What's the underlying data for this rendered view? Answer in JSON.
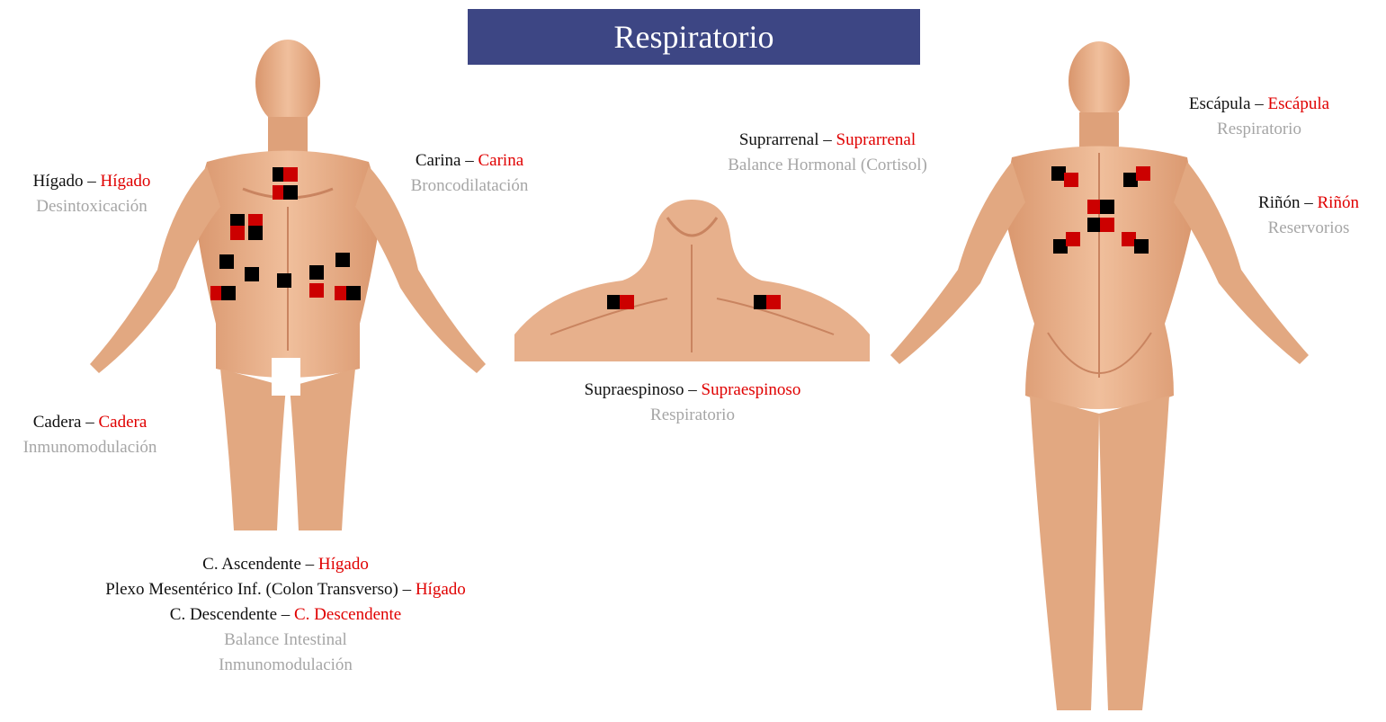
{
  "title": "Respiratorio",
  "colors": {
    "title_bg": "#3d4684",
    "highlight": "#e00000",
    "secondary": "#a6a6a6",
    "skin": "#e7b08c"
  },
  "labels": {
    "higado": {
      "left": "Hígado",
      "right": "Hígado",
      "effect": "Desintoxicación"
    },
    "carina": {
      "left": "Carina",
      "right": "Carina",
      "effect": "Broncodilatación"
    },
    "cadera": {
      "left": "Cadera",
      "right": "Cadera",
      "effect": "Inmunomodulación"
    },
    "suprarrenal": {
      "left": "Suprarrenal",
      "right": "Suprarrenal",
      "effect": "Balance Hormonal (Cortisol)"
    },
    "supraespinoso": {
      "left": "Supraespinoso",
      "right": "Supraespinoso",
      "effect": "Respiratorio"
    },
    "escapula": {
      "left": "Escápula",
      "right": "Escápula",
      "effect": "Respiratorio"
    },
    "rinon": {
      "left": "Riñón",
      "right": "Riñón",
      "effect": "Reservorios"
    },
    "colon": {
      "line1_left": "C. Ascendente",
      "line1_right": "Hígado",
      "line2_left": "Plexo Mesentérico Inf. (Colon Transverso)",
      "line2_right": "Hígado",
      "line3_left": "C. Descendente",
      "line3_right": "C. Descendente",
      "effect1": "Balance Intestinal",
      "effect2": "Inmunomodulación"
    }
  },
  "separator": "–"
}
